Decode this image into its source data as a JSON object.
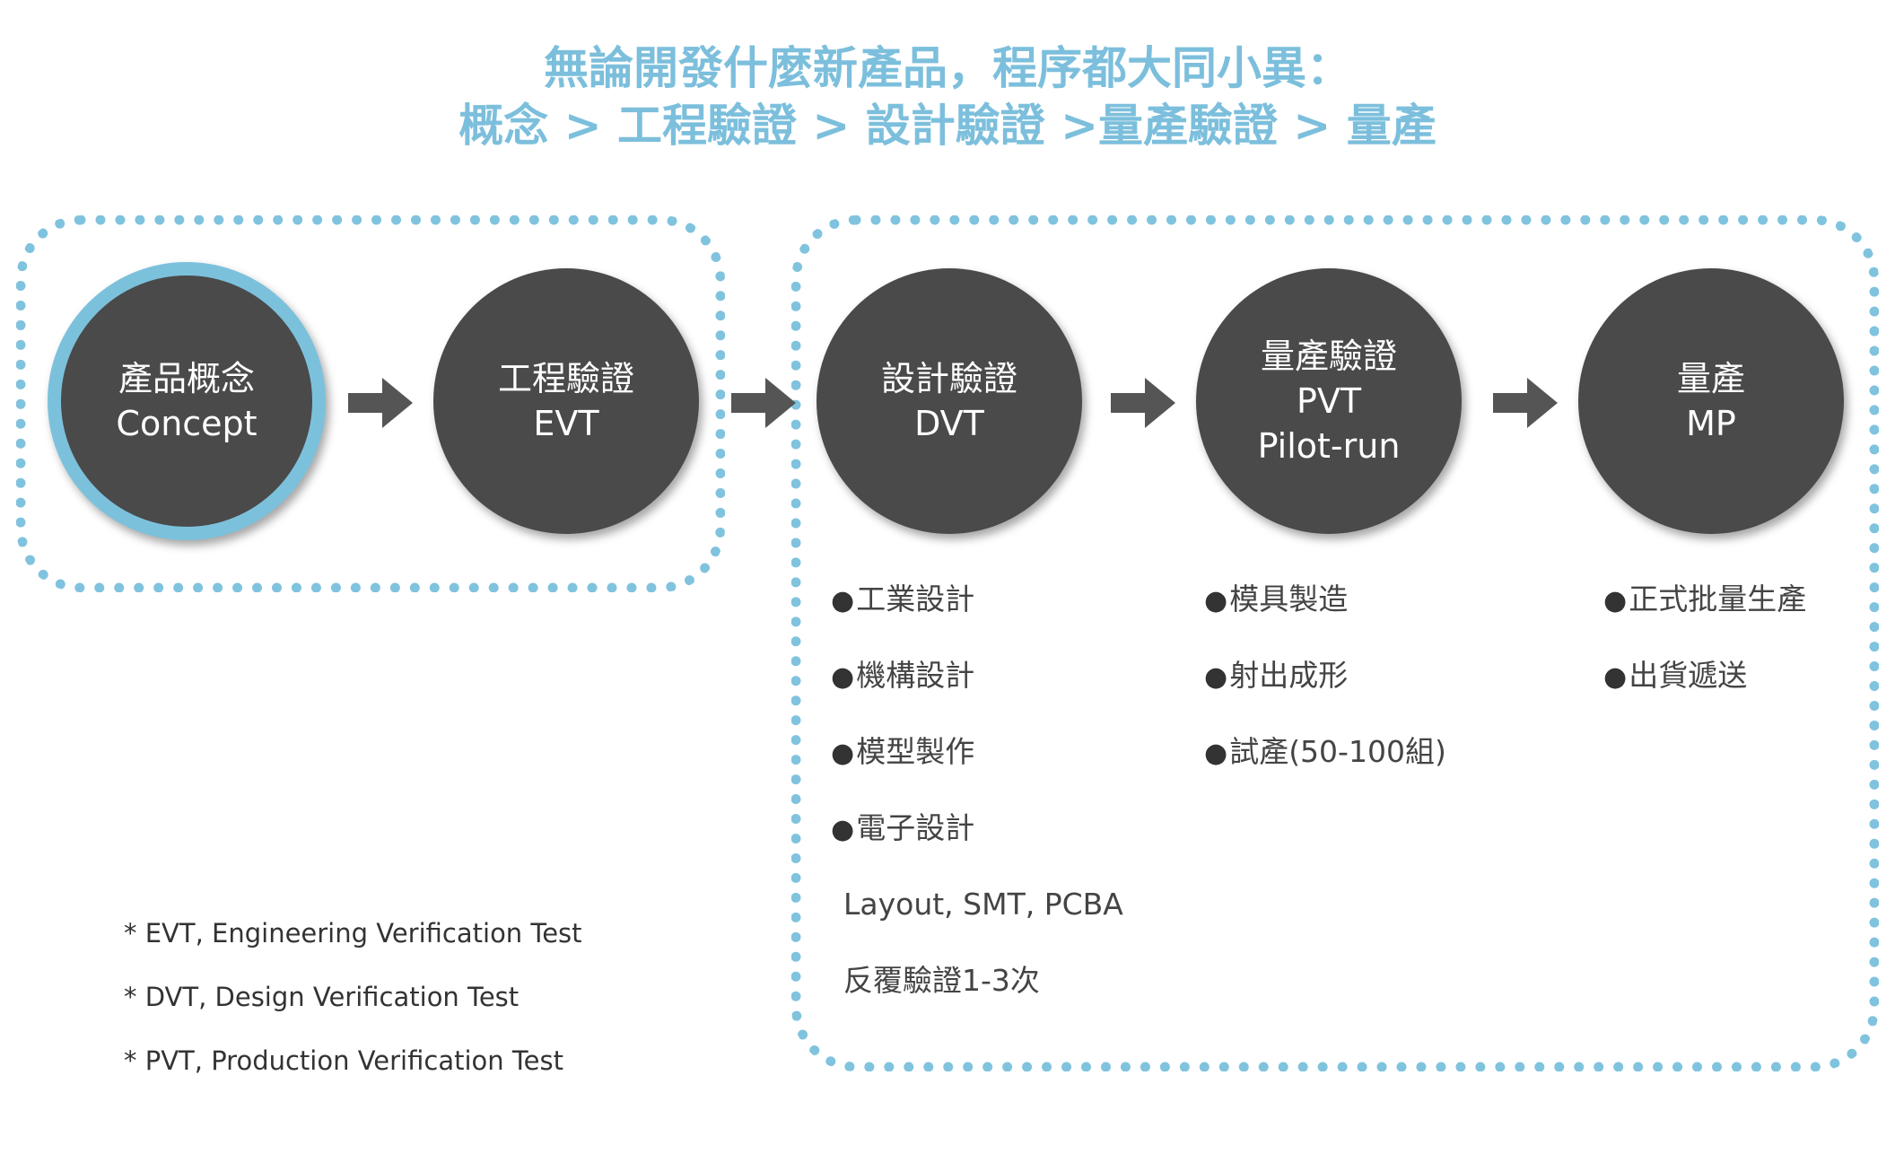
{
  "title": {
    "line1": "無論開發什麼新產品，程序都大同小異：",
    "line2": "概念 > 工程驗證 > 設計驗證 >量產驗證 > 量產"
  },
  "stages": [
    {
      "line1": "產品概念",
      "line2": "Concept"
    },
    {
      "line1": "工程驗證",
      "line2": "EVT"
    },
    {
      "line1": "設計驗證",
      "line2": "DVT"
    },
    {
      "line1": "量產驗證",
      "line2": "PVT",
      "line3": "Pilot-run"
    },
    {
      "line1": "量產",
      "line2": "MP"
    }
  ],
  "dvt_details": {
    "bullets": [
      "工業設計",
      "機構設計",
      "模型製作",
      "電子設計"
    ],
    "notes": [
      "Layout, SMT, PCBA",
      "反覆驗證1-3次"
    ]
  },
  "pvt_details": {
    "bullets": [
      "模具製造",
      "射出成形",
      "試產(50-100組)"
    ]
  },
  "mp_details": {
    "bullets": [
      "正式批量生產",
      "出貨遞送"
    ]
  },
  "bullet_symbol": "●",
  "footnotes": [
    "* EVT, Engineering Verification Test",
    "* DVT, Design Verification Test",
    "* PVT, Production Verification Test"
  ],
  "colors": {
    "accent": "#7cbfdc",
    "circle": "#4a4a4a",
    "arrow": "#555555"
  }
}
